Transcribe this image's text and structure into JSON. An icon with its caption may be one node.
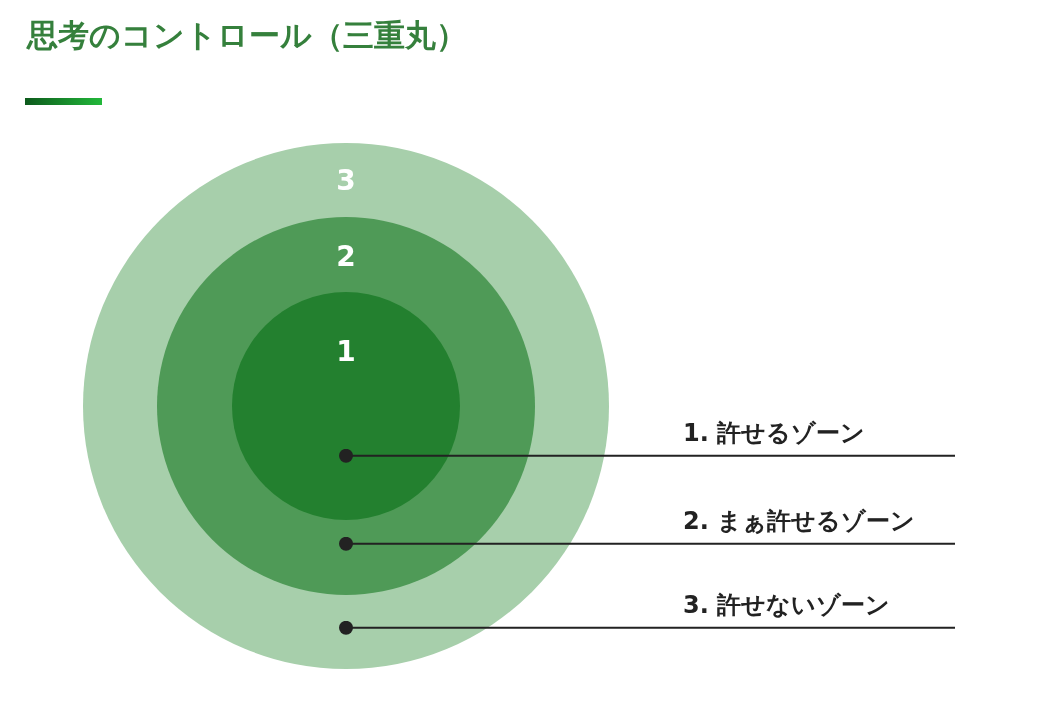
{
  "diagram": {
    "title": "思考のコントロール（三重丸）",
    "nodes": [
      {
        "text": [
          "3"
        ]
      },
      {
        "text": [
          "2"
        ],
        "in": 0
      },
      {
        "text": [
          "1"
        ],
        "in": 1
      },
      {
        "text": [
          "1. 許せるゾーン"
        ]
      },
      {
        "text": [
          "2. まぁ許せるゾーン"
        ]
      },
      {
        "text": [
          "3. 許せないゾーン"
        ]
      }
    ],
    "edges": [
      {
        "from": 3,
        "to": 2,
        "arrow": "other"
      },
      {
        "from": 4,
        "to": 1,
        "arrow": "other"
      },
      {
        "from": 5,
        "to": 0,
        "arrow": "other"
      }
    ]
  }
}
